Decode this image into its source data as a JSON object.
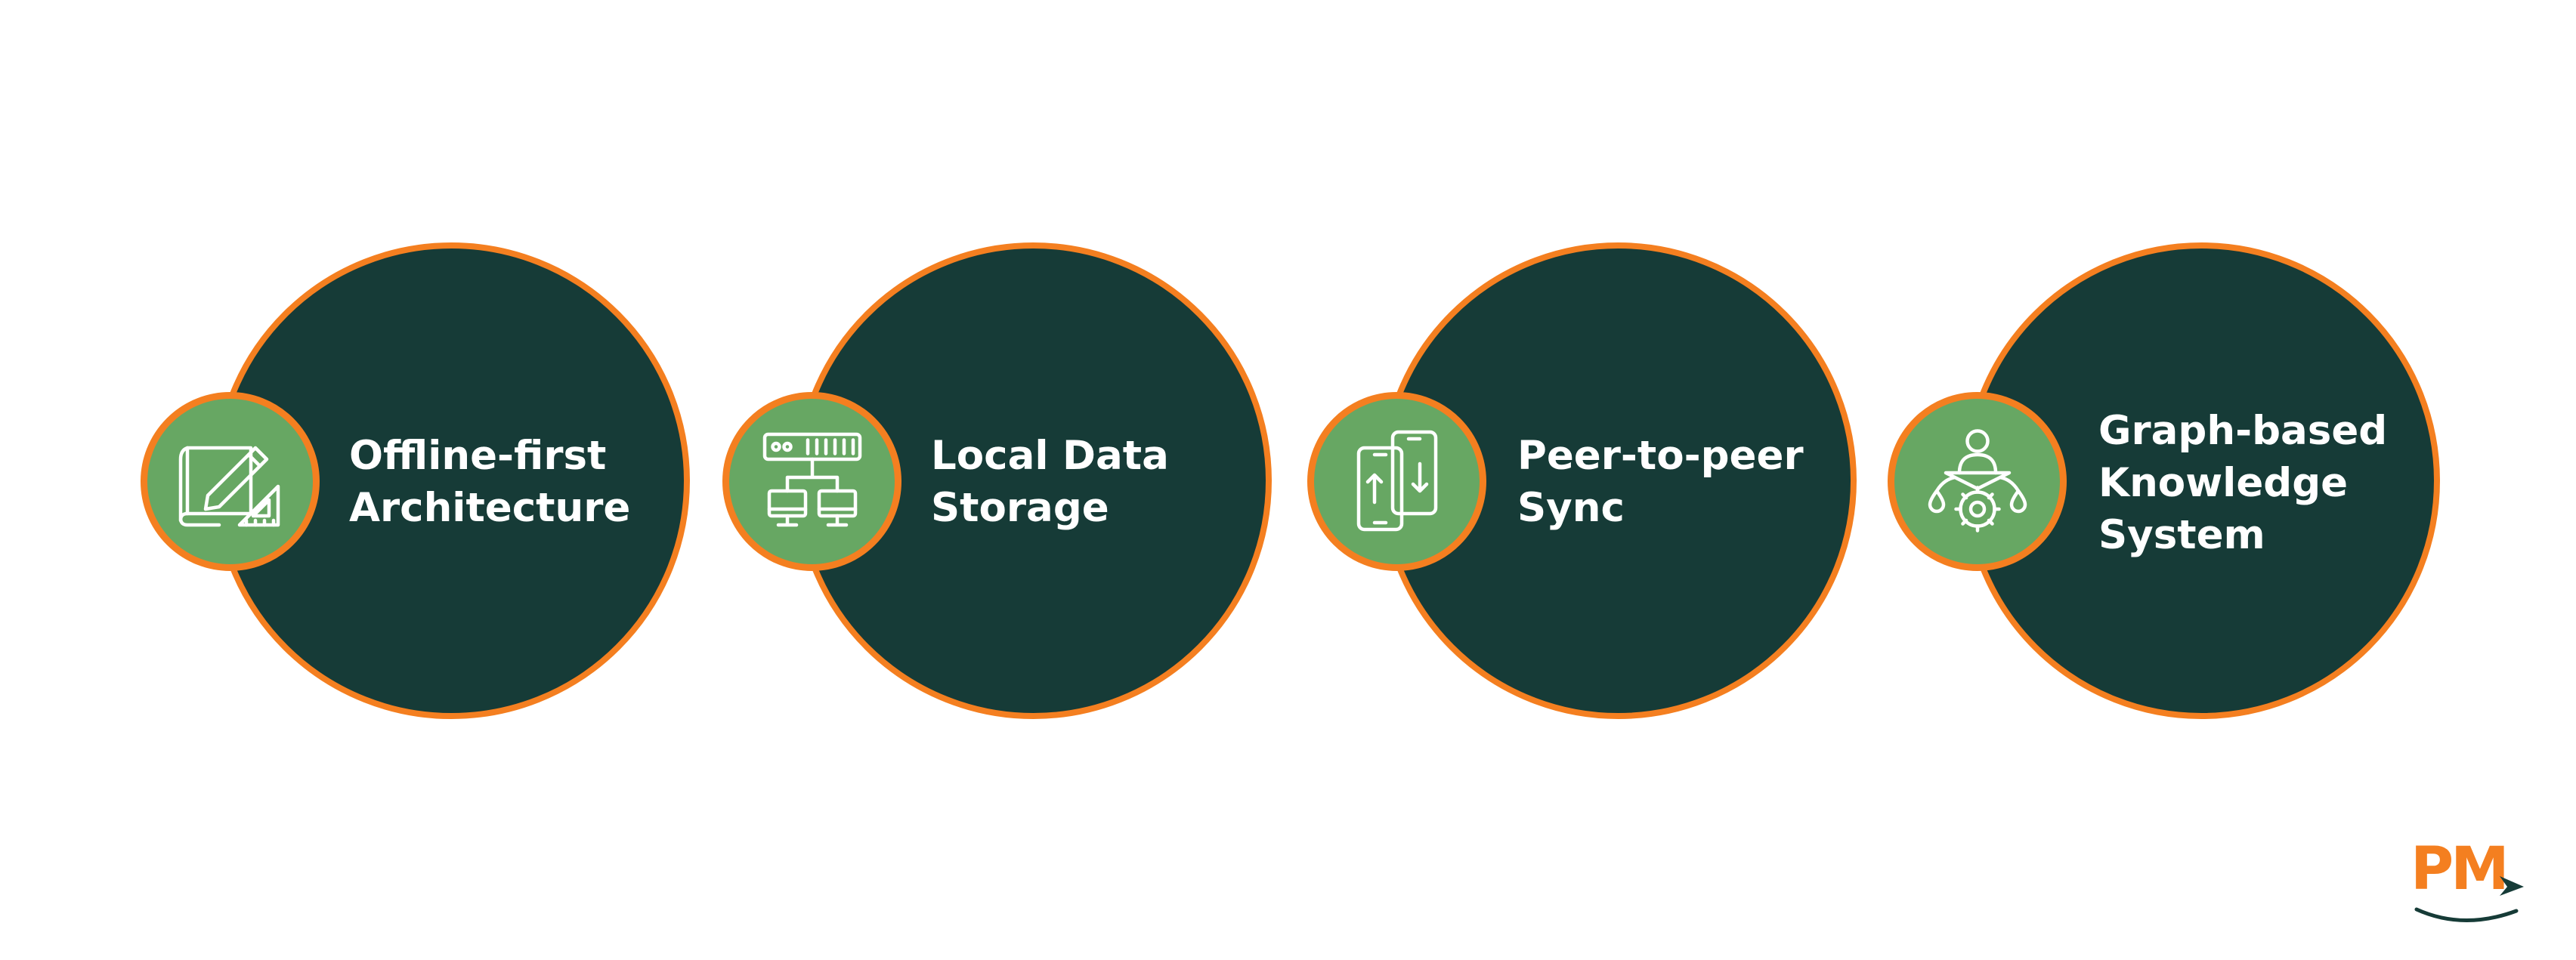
{
  "steps": [
    {
      "lines": [
        "Offline-first",
        "Architecture"
      ],
      "icon": "blueprint-pencil-icon"
    },
    {
      "lines": [
        "Local Data",
        "Storage"
      ],
      "icon": "server-network-icon"
    },
    {
      "lines": [
        "Peer-to-peer",
        "Sync"
      ],
      "icon": "phone-sync-icon"
    },
    {
      "lines": [
        "Graph-based",
        "Knowledge",
        "System"
      ],
      "icon": "user-gear-icon"
    }
  ],
  "logo": {
    "text": "PM"
  },
  "colors": {
    "circle": "#163b37",
    "accent": "#f47f20",
    "icon_bg": "#67a763",
    "text": "#ffffff"
  }
}
